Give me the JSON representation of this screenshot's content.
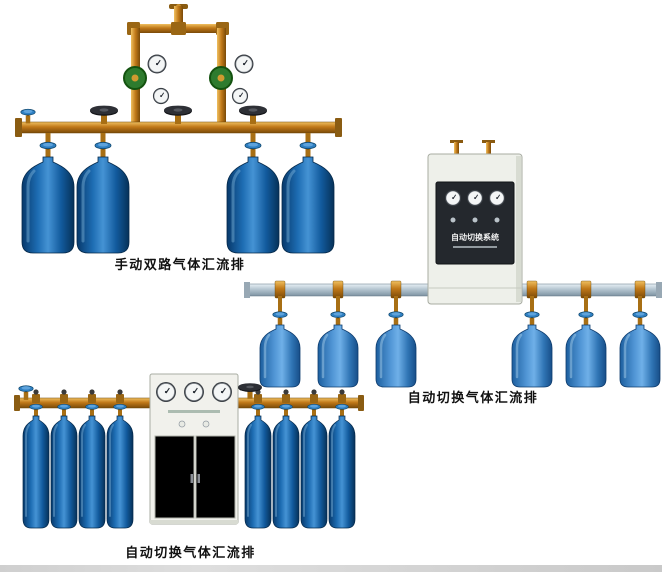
{
  "page": {
    "background_color": "#ffffff"
  },
  "products": {
    "manual_dual": {
      "caption": "手动双路气体汇流排"
    },
    "auto_switch_right": {
      "caption": "自动切换气体汇流排",
      "cabinet_title": "自动切换系统"
    },
    "auto_switch_bottom": {
      "caption": "自动切换气体汇流排"
    }
  },
  "colors": {
    "cylinder_dark_blue": "#0d5ca8",
    "cylinder_light_blue": "#3b82c4",
    "brass_pipe": "#c07818",
    "silver_pipe": "#b9c9d4",
    "cabinet_body": "#efefea",
    "caption_text": "#111111"
  }
}
